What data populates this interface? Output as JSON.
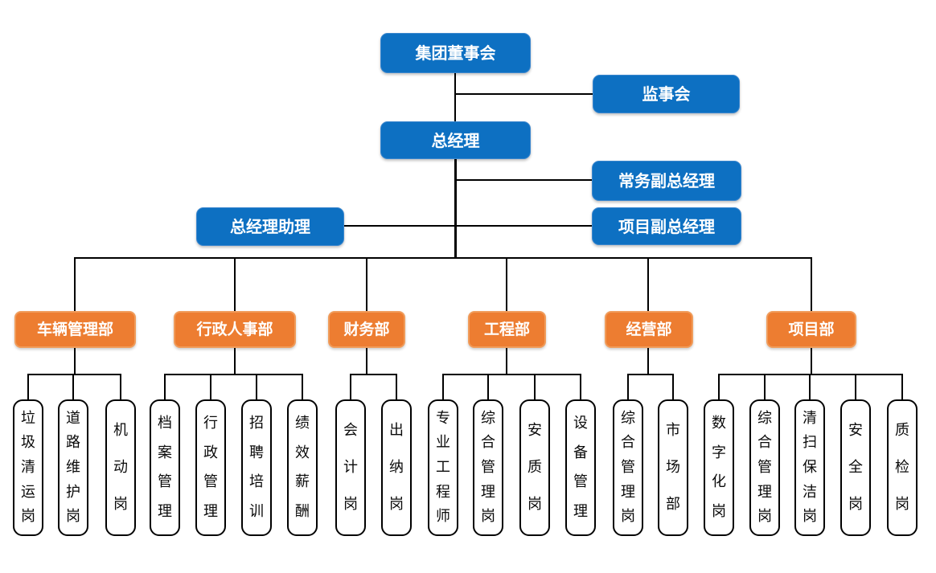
{
  "colors": {
    "blue": "#0d70c2",
    "orange": "#ed7d31",
    "line": "#000000"
  },
  "top_nodes": {
    "board": "集团董事会",
    "supervisory": "监事会",
    "general_manager": "总经理",
    "executive_deputy_gm": "常务副总经理",
    "gm_assistant": "总经理助理",
    "project_deputy_gm": "项目副总经理"
  },
  "departments": [
    {
      "label": "车辆管理部",
      "children": [
        "垃圾清运岗",
        "道路维护岗",
        "机动岗"
      ]
    },
    {
      "label": "行政人事部",
      "children": [
        "档案管理",
        "行政管理",
        "招聘培训",
        "绩效薪酬"
      ]
    },
    {
      "label": "财务部",
      "children": [
        "会计岗",
        "出纳岗"
      ]
    },
    {
      "label": "工程部",
      "children": [
        "专业工程师",
        "综合管理岗",
        "安质岗",
        "设备管理"
      ]
    },
    {
      "label": "经营部",
      "children": [
        "综合管理岗",
        "市场部"
      ]
    },
    {
      "label": "项目部",
      "children": [
        "数字化岗",
        "综合管理岗",
        "清扫保洁岗",
        "安全岗",
        "质检岗"
      ]
    }
  ]
}
